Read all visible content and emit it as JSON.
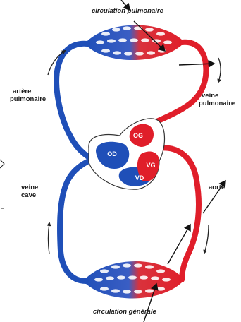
{
  "labels": {
    "circulation_pulmonaire": "circulation pulmonaire",
    "circulation_generale": "circulation générale",
    "artere_pulmonaire_1": "artère",
    "artere_pulmonaire_2": "pulmonaire",
    "veine_pulmonaire_1": "veine",
    "veine_pulmonaire_2": "pulmonaire",
    "veine_cave_1": "veine",
    "veine_cave_2": "cave",
    "aorte": "aorte",
    "og": "OG",
    "od": "OD",
    "vg": "VG",
    "vd": "VD"
  },
  "colors": {
    "oxygenated": "#e01e2a",
    "deoxygenated": "#1f4fb8",
    "annotation": "#111111"
  }
}
